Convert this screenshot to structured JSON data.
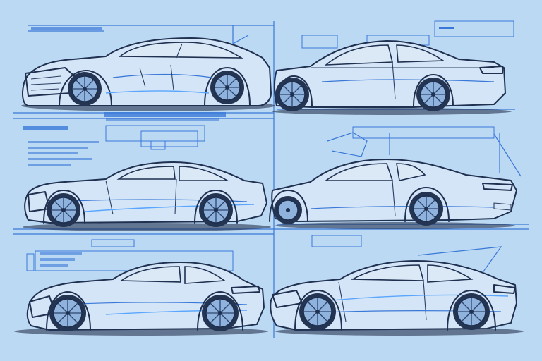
{
  "scene": {
    "background": "#bcd9f3",
    "ink_color": "#1f3050",
    "accent_color": "#3a78d8",
    "subject": "blueprint",
    "views": [
      {
        "id": "view-1",
        "orientation": "three-quarter-front-left"
      },
      {
        "id": "view-2",
        "orientation": "side-right"
      },
      {
        "id": "view-3",
        "orientation": "side-left"
      },
      {
        "id": "view-4",
        "orientation": "side-right"
      },
      {
        "id": "view-5",
        "orientation": "side-left"
      },
      {
        "id": "view-6",
        "orientation": "side-right"
      }
    ]
  }
}
